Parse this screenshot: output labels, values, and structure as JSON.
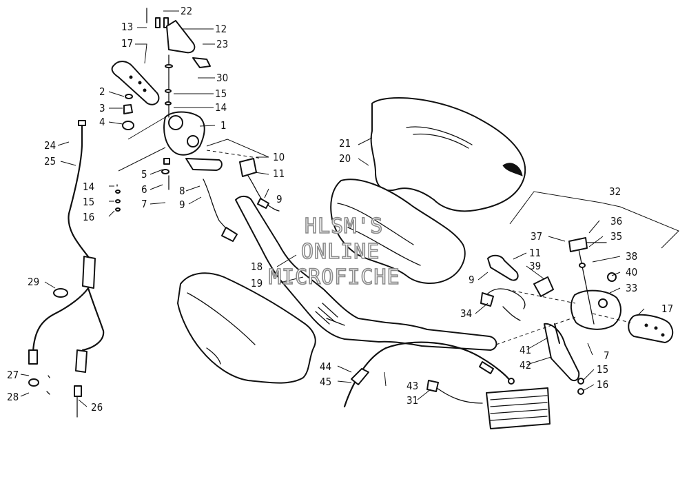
{
  "watermark": [
    "HLSM'S",
    "ONLINE",
    "MICROFICHE"
  ],
  "callouts": [
    {
      "id": "c1",
      "label": "1"
    },
    {
      "id": "c2",
      "label": "2"
    },
    {
      "id": "c3",
      "label": "3"
    },
    {
      "id": "c4",
      "label": "4"
    },
    {
      "id": "c5",
      "label": "5"
    },
    {
      "id": "c6",
      "label": "6"
    },
    {
      "id": "c7a",
      "label": "7"
    },
    {
      "id": "c7b",
      "label": "7"
    },
    {
      "id": "c8",
      "label": "8"
    },
    {
      "id": "c9a",
      "label": "9"
    },
    {
      "id": "c9b",
      "label": "9"
    },
    {
      "id": "c9c",
      "label": "9"
    },
    {
      "id": "c10",
      "label": "10"
    },
    {
      "id": "c11a",
      "label": "11"
    },
    {
      "id": "c11b",
      "label": "11"
    },
    {
      "id": "c12",
      "label": "12"
    },
    {
      "id": "c13",
      "label": "13"
    },
    {
      "id": "c14a",
      "label": "14"
    },
    {
      "id": "c14b",
      "label": "14"
    },
    {
      "id": "c15a",
      "label": "15"
    },
    {
      "id": "c15b",
      "label": "15"
    },
    {
      "id": "c15c",
      "label": "15"
    },
    {
      "id": "c16a",
      "label": "16"
    },
    {
      "id": "c16b",
      "label": "16"
    },
    {
      "id": "c17a",
      "label": "17"
    },
    {
      "id": "c17b",
      "label": "17"
    },
    {
      "id": "c18",
      "label": "18"
    },
    {
      "id": "c19",
      "label": "19"
    },
    {
      "id": "c20",
      "label": "20"
    },
    {
      "id": "c21",
      "label": "21"
    },
    {
      "id": "c22",
      "label": "22"
    },
    {
      "id": "c23",
      "label": "23"
    },
    {
      "id": "c24",
      "label": "24"
    },
    {
      "id": "c25",
      "label": "25"
    },
    {
      "id": "c26",
      "label": "26"
    },
    {
      "id": "c27",
      "label": "27"
    },
    {
      "id": "c28",
      "label": "28"
    },
    {
      "id": "c29",
      "label": "29"
    },
    {
      "id": "c30",
      "label": "30"
    },
    {
      "id": "c31",
      "label": "31"
    },
    {
      "id": "c32",
      "label": "32"
    },
    {
      "id": "c33",
      "label": "33"
    },
    {
      "id": "c34",
      "label": "34"
    },
    {
      "id": "c35",
      "label": "35"
    },
    {
      "id": "c36",
      "label": "36"
    },
    {
      "id": "c37",
      "label": "37"
    },
    {
      "id": "c38",
      "label": "38"
    },
    {
      "id": "c39",
      "label": "39"
    },
    {
      "id": "c40",
      "label": "40"
    },
    {
      "id": "c41",
      "label": "41"
    },
    {
      "id": "c42",
      "label": "42"
    },
    {
      "id": "c43",
      "label": "43"
    },
    {
      "id": "c44",
      "label": "44"
    },
    {
      "id": "c45",
      "label": "45"
    }
  ]
}
